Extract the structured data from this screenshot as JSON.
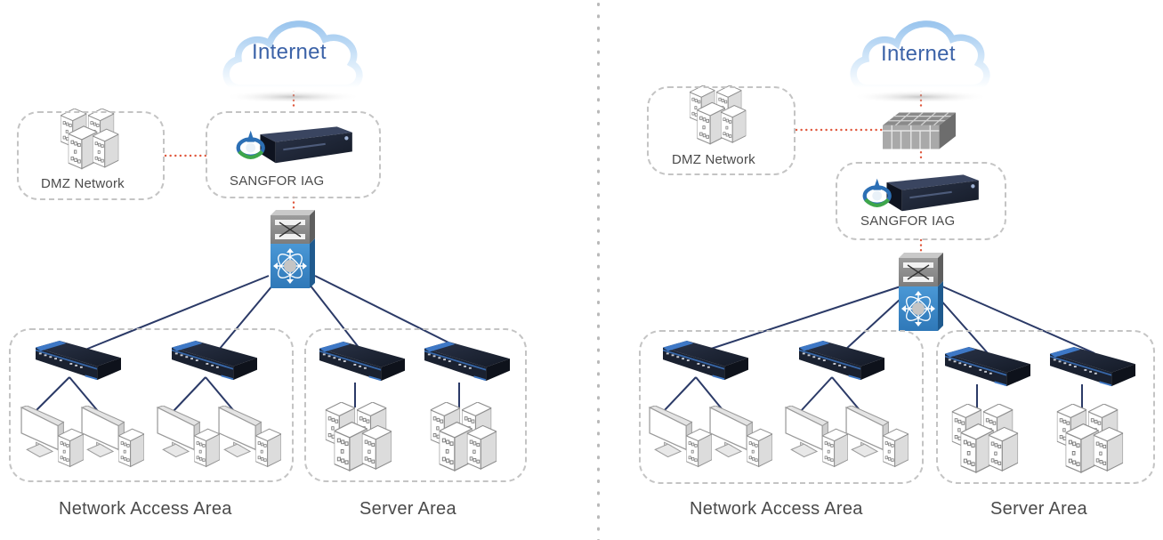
{
  "diagrams": [
    {
      "name": "without-firewall",
      "internet_label": "Internet",
      "dmz_label": "DMZ Network",
      "iag_label": "SANGFOR IAG",
      "access_area_label": "Network Access Area",
      "server_area_label": "Server Area",
      "has_firewall": false
    },
    {
      "name": "with-firewall",
      "internet_label": "Internet",
      "dmz_label": "DMZ Network",
      "iag_label": "SANGFOR IAG",
      "access_area_label": "Network Access Area",
      "server_area_label": "Server Area",
      "has_firewall": true
    }
  ],
  "colors": {
    "cloud_text": "#3c63a8",
    "cloud_fill": "#a9cdef",
    "dotted_link": "#e0573c",
    "solid_link": "#2b3a67",
    "switch_blue": "#3b87c8",
    "divider": "#b9b9b9"
  }
}
